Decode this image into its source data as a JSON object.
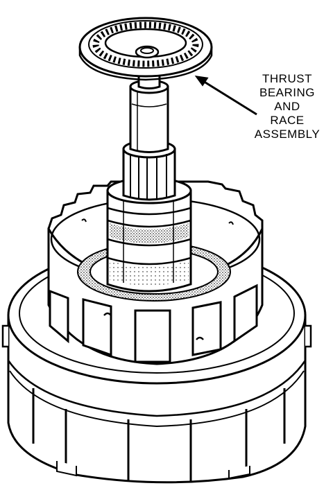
{
  "callout": {
    "lines": [
      "THRUST",
      "BEARING",
      "AND",
      "RACE",
      "ASSEMBLY"
    ]
  },
  "colors": {
    "ink": "#000000",
    "paper": "#ffffff",
    "shade": "#555555"
  }
}
